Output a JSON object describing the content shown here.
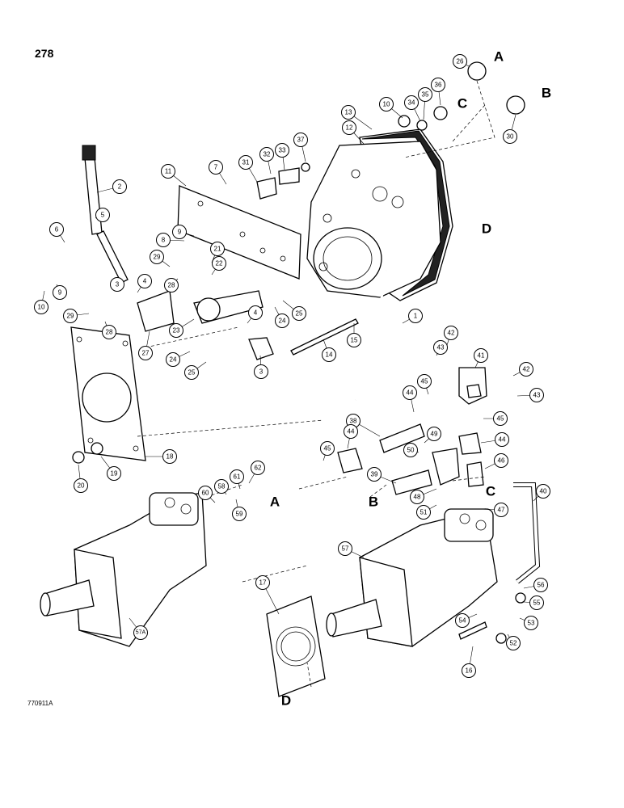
{
  "page": {
    "number": "278",
    "figure_code": "770911A"
  },
  "callouts": {
    "c1": "1",
    "c2": "2",
    "c3a": "3",
    "c3b": "3",
    "c4a": "4",
    "c4b": "4",
    "c5": "5",
    "c6": "6",
    "c7": "7",
    "c8": "8",
    "c9a": "9",
    "c9b": "9",
    "c10a": "10",
    "c10b": "10",
    "c11": "11",
    "c12": "12",
    "c13": "13",
    "c14": "14",
    "c15": "15",
    "c16": "16",
    "c17": "17",
    "c18": "18",
    "c19": "19",
    "c20": "20",
    "c21": "21",
    "c22": "22",
    "c23": "23",
    "c24a": "24",
    "c24b": "24",
    "c25a": "25",
    "c25b": "25",
    "c26": "26",
    "c27": "27",
    "c28a": "28",
    "c28b": "28",
    "c29a": "29",
    "c29b": "29",
    "c30": "30",
    "c31": "31",
    "c32": "32",
    "c33": "33",
    "c34": "34",
    "c35": "35",
    "c36": "36",
    "c37": "37",
    "c38": "38",
    "c39": "39",
    "c40": "40",
    "c41": "41",
    "c42a": "42",
    "c42b": "42",
    "c43a": "43",
    "c43b": "43",
    "c44a": "44",
    "c44b": "44",
    "c44c": "44",
    "c45a": "45",
    "c45b": "45",
    "c45c": "45",
    "c46": "46",
    "c47": "47",
    "c48": "48",
    "c49": "49",
    "c50": "50",
    "c51": "51",
    "c52": "52",
    "c53": "53",
    "c54": "54",
    "c55": "55",
    "c56": "56",
    "c57": "57",
    "c57a": "57A",
    "c58": "58",
    "c59": "59",
    "c60": "60",
    "c61": "61",
    "c62": "62"
  },
  "connection_labels": {
    "a_top": "A",
    "b_top": "B",
    "c_top": "C",
    "d_top": "D",
    "a_bottom": "A",
    "b_bottom": "B",
    "c_bottom": "C",
    "d_bottom": "D"
  }
}
